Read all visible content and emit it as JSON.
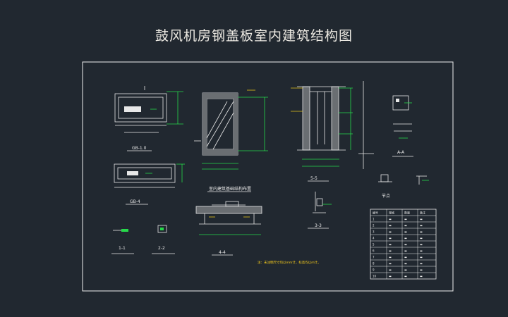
{
  "title": "鼓风机房钢盖板室内建筑结构图",
  "labels": {
    "detail_a": "GB-1.0",
    "detail_b": "GB-4",
    "section_1": "1-1",
    "section_2": "2-2",
    "section_3": "3-3",
    "section_4": "4-4",
    "section_5": "5-5",
    "section_a": "A-A",
    "plan_title": "室内建筑基础结构布置",
    "detail_title": "节点",
    "note": "注：未注明尺寸均以mm计，标高均以m计。"
  },
  "colors": {
    "background": "#212830",
    "frame": "#f0f0f0",
    "drawing": "#e8e8e8",
    "dimension": "#26d94a",
    "accent": "#e6c21a",
    "note": "#ffd21a",
    "leader": "#ff4a4a"
  },
  "table": {
    "headers": [
      "编号",
      "规格",
      "数量",
      "备注"
    ],
    "rows": [
      [
        "1",
        "▬",
        "▬",
        "▬"
      ],
      [
        "2",
        "▬",
        "▬",
        "▬"
      ],
      [
        "3",
        "▬",
        "▬",
        "▬"
      ],
      [
        "4",
        "▬",
        "▬",
        "▬"
      ],
      [
        "5",
        "▬",
        "▬",
        "▬"
      ],
      [
        "6",
        "▬",
        "▬",
        "▬"
      ],
      [
        "7",
        "▬",
        "▬",
        "▬"
      ],
      [
        "8",
        "▬",
        "▬",
        "▬"
      ],
      [
        "9",
        "▬",
        "▬",
        "▬"
      ],
      [
        "10",
        "▬",
        "▬",
        "▬"
      ]
    ]
  }
}
